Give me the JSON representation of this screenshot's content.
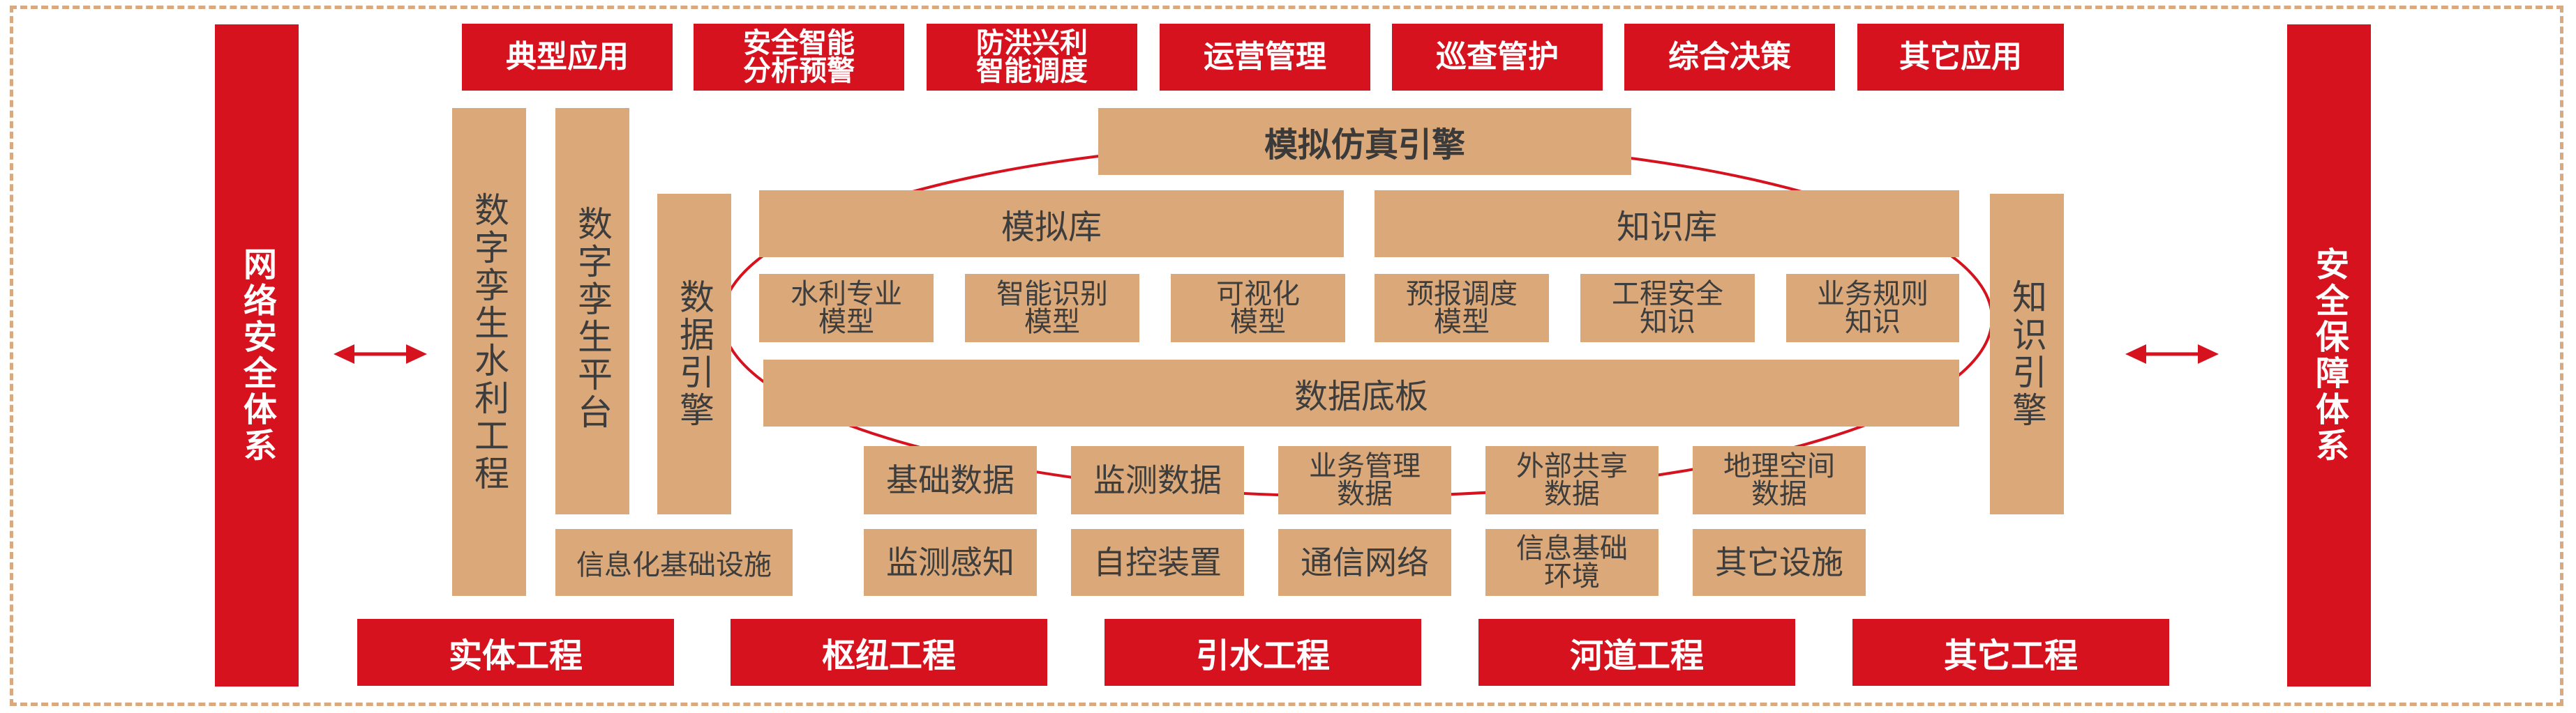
{
  "top_applications": [
    {
      "label": "典型应用",
      "name": "typical-apps"
    },
    {
      "label": "安全智能\n分析预警",
      "name": "safety-analysis"
    },
    {
      "label": "防洪兴利\n智能调度",
      "name": "flood-dispatch"
    },
    {
      "label": "运营管理",
      "name": "operations"
    },
    {
      "label": "巡查管护",
      "name": "patrol"
    },
    {
      "label": "综合决策",
      "name": "decision"
    },
    {
      "label": "其它应用",
      "name": "other-apps"
    }
  ],
  "left_side": "网络安全体系",
  "right_side": "安全保障体系",
  "columns": {
    "twin_project": "数字孪生水利工程",
    "twin_platform": "数字孪生平台",
    "data_engine": "数据引擎",
    "knowledge_engine": "知识引擎"
  },
  "simulation_engine": "模拟仿真引擎",
  "model_library": "模拟库",
  "knowledge_library": "知识库",
  "models": [
    "水利专业\n模型",
    "智能识别\n模型",
    "可视化\n模型"
  ],
  "knowledge": [
    "预报调度\n模型",
    "工程安全\n知识",
    "业务规则\n知识"
  ],
  "data_base": "数据底板",
  "data_types": [
    "基础数据",
    "监测数据",
    "业务管理\n数据",
    "外部共享\n数据",
    "地理空间\n数据"
  ],
  "infrastructure_label": "信息化基础设施",
  "infrastructure": [
    "监测感知",
    "自控装置",
    "通信网络",
    "信息基础\n环境",
    "其它设施"
  ],
  "bottom_projects": [
    "实体工程",
    "枢纽工程",
    "引水工程",
    "河道工程",
    "其它工程"
  ],
  "colors": {
    "red": "#d7121f",
    "tan": "#dba979",
    "border": "#d9a980"
  }
}
